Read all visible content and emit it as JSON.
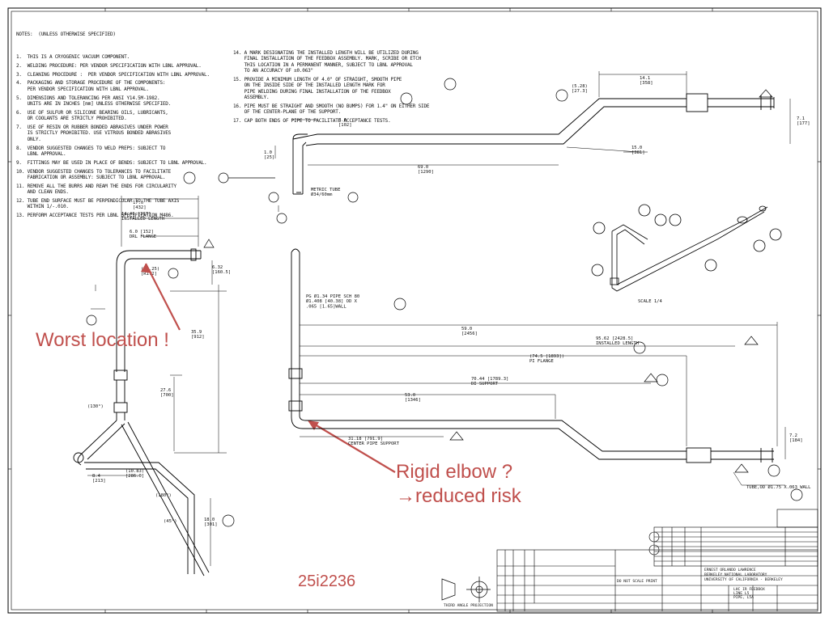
{
  "notes_left": {
    "header": "NOTES:  (UNLESS OTHERWISE SPECIFIED)",
    "items": [
      "1.  THIS IS A CRYOGENIC VACUUM COMPONENT.",
      "2.  WELDING PROCEDURE: PER VENDOR SPECIFICATION WITH LBNL APPROVAL.",
      "3.  CLEANING PROCEDURE :  PER VENDOR SPECIFICATION WITH LBNL APPROVAL.",
      "4.  PACKAGING AND STORAGE PROCEDURE OF THE COMPONENTS:",
      "    PER VENDOR SPECIFICATION WITH LBNL APPROVAL.",
      "5.  DIMENSIONS AND TOLERANCING PER ANSI Y14.5M-1982.",
      "    UNITS ARE IN INCHES [mm] UNLESS OTHERWISE SPECIFIED.",
      "6.  USE OF SULFUR OR SILICONE BEARING OILS, LUBRICANTS,",
      "    OR COOLANTS ARE STRICTLY PROHIBITED.",
      "7.  USE OF RESIN OR RUBBER BONDED ABRASIVES UNDER POWER",
      "    IS STRICTLY PROHIBITED. USE VITROUS BONDED ABRASIVES",
      "    ONLY.",
      "8.  VENDOR SUGGESTED CHANGES TO WELD PREPS: SUBJECT TO",
      "    LBNL APPROVAL.",
      "9.  FITTINGS MAY BE USED IN PLACE OF BENDS: SUBJECT TO LBNL APPROVAL.",
      "10. VENDOR SUGGESTED CHANGES TO TOLERANCES TO FACILITATE",
      "    FABRICATION OR ASSEMBLY: SUBJECT TO LBNL APPROVAL.",
      "11. REMOVE ALL THE BURRS AND REAM THE ENDS FOR CIRCULARITY",
      "    AND CLEAN ENDS.",
      "12. TUBE END SURFACE MUST BE PERPENDICULAR TO THE TUBE AXIS",
      "    WITHIN 1/-.010.",
      "13. PERFORM ACCEPTANCE TESTS PER LBNL SPECIFICATION M486."
    ]
  },
  "notes_right": {
    "items": [
      "14. A MARK DESIGNATING THE INSTALLED LENGTH WILL BE UTILIZED DURING",
      "    FINAL INSTALLATION OF THE FEEDBOX ASSEMBLY. MARK, SCRIBE OR ETCH",
      "    THIS LOCATION IN A PERMANENT MANNER, SUBJECT TO LBNL APPROVAL",
      "    TO AN ACCURACY OF ±0.063\"",
      "15. PROVIDE A MINIMUM LENGTH OF 4.0\" OF STRAIGHT, SMOOTH PIPE",
      "    ON THE INSIDE SIDE OF THE INSTALLED LENGTH MARK FOR",
      "    PIPE WELDING DURING FINAL INSTALLATION OF THE FEEDBOX",
      "    ASSEMBLY.",
      "16. PIPE MUST BE STRAIGHT AND SMOOTH (NO BUMPS) FOR 1.4\" ON EITHER SIDE",
      "    OF THE CENTER-PLANE OF THE SUPPORT.",
      "17. CAP BOTH ENDS OF PIPE TO FACILITATE ACCEPTANCE TESTS."
    ]
  },
  "annotations": {
    "worst_location": "Worst location !",
    "rigid_elbow_line1": "Rigid elbow ?",
    "rigid_elbow_line2": "→reduced risk",
    "drawing_number": "25i2236"
  },
  "dimension_labels": {
    "installed_length_top": "14.46 [367]\nINSTALLED LENGTH",
    "flange": "6.0 [152]\nDRL FLANGE",
    "dim_17": "17.0\n[432]",
    "radius": "(R5.25)\n[R1.2]",
    "dim_632": "6.32\n[160.5]",
    "dim_359": "35.9\n[912]",
    "dim_276": "27.6\n[700]",
    "angle_130": "(130°)",
    "angle_180": "(180°)",
    "angle_45": "(45°)",
    "dim_1803": "18.0\n[301]",
    "dim_1083": "(10.83)\n[286.0]",
    "dim_84": "8.4\n[213]",
    "top_14": "14.1\n[358]",
    "top_150": "15.0\n[381]",
    "top_528": "(5.28)\n[27.3]",
    "top_40": "4.0\n[102]",
    "top_69": "69.0\n[1290]",
    "top_10": "1.0\n[25]",
    "top_71": "7.1\n[177]",
    "tube_metric": "METRIC TUBE\nØ34/60mm",
    "pipe_spec": "PG Ø1.34 PIPE SCH 80\nØ1.408 [40.38] OD X\n.065 [1.65]WALL",
    "dim_950": "59.0\n[2456]",
    "dim_9082": "95.62 [2428.5]\nINSTALLED LENGTH",
    "dim_7667": "(74.5 [1893])\nPI FLANGE",
    "dim_7044": "70.44 [1789.3]\nDI SUPPORT",
    "dim_530": "53.0\n[1346]",
    "dim_3118": "31.18 [791.9]\nCENTER PIPE SUPPORT",
    "tube_end": "TUBE,OD Ø1.75 X.063 WALL",
    "scale": "SCALE  1/4",
    "dim_72": "7.2\n[184]"
  },
  "title_block": {
    "company1": "ERNEST ORLANDO LAWRENCE",
    "company2": "BERKELEY NATIONAL LABORATORY",
    "company3": "UNIVERSITY OF CALIFORNIA - BERKELEY",
    "do_not_scale": "DO NOT SCALE PRINT",
    "title1": "LHC IR FEEDBOX",
    "title2": "LINE L5",
    "title3": "PIPE, L5A",
    "third_angle": "THIRD ANGLE PROJECTION"
  },
  "colors": {
    "annotation": "#c0504d",
    "line": "#000000"
  }
}
